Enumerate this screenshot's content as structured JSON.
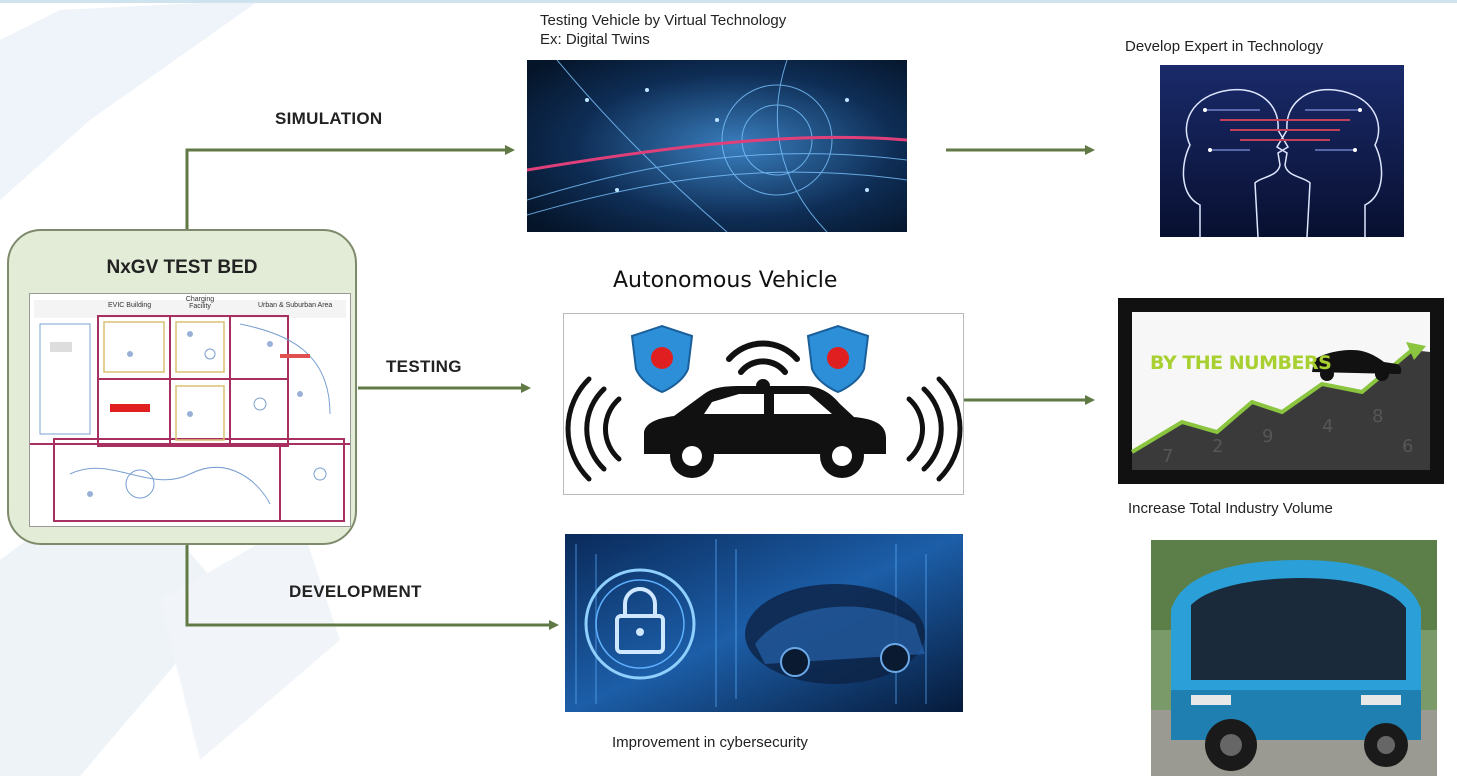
{
  "testbed": {
    "title": "NxGV TEST BED",
    "map_labels": [
      "EVIC Building",
      "Charging Facility",
      "Urban & Suburban Area"
    ]
  },
  "branches": {
    "simulation": "SIMULATION",
    "testing": "TESTING",
    "development": "DEVELOPMENT"
  },
  "captions": {
    "simulation_line1": "Testing Vehicle by Virtual Technology",
    "simulation_line2": "Ex: Digital Twins",
    "autonomous": "Autonomous Vehicle",
    "cyber": "Improvement in cybersecurity",
    "expert": "Develop Expert in Technology",
    "volume": "Increase Total Industry Volume"
  },
  "numbers_image": {
    "text": "BY THE NUMBERS"
  },
  "colors": {
    "arrow": "#617a45",
    "testbed_fill": "#e3ecd6",
    "testbed_border": "#7e8a6c",
    "shield": "#2d8fd8",
    "shield_dot": "#e02020",
    "growth_green": "#8bc53f",
    "bus_blue": "#2a9fd8"
  },
  "icons": [
    "shield-icon",
    "lock-icon",
    "wifi-signal-icon",
    "car-icon",
    "head-profile-icon"
  ]
}
